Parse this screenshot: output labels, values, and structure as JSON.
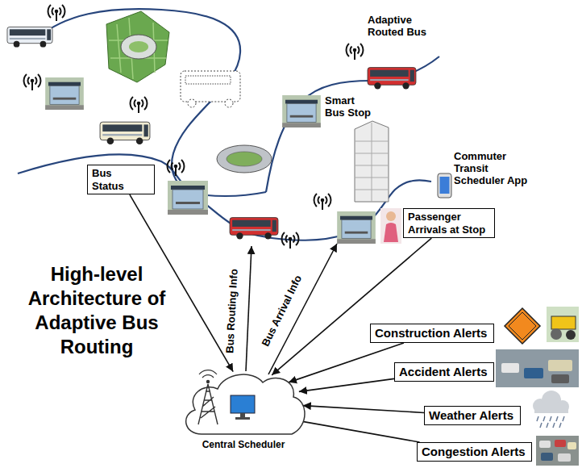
{
  "diagram": {
    "title": "High-level Architecture of Adaptive Bus Routing",
    "nodes": [
      {
        "text": [
          "Bus Status"
        ]
      },
      {
        "text": [
          "Passenger Arrivals at Stop"
        ]
      },
      {
        "text": [
          "Construction Alerts"
        ]
      },
      {
        "text": [
          "Accident Alerts"
        ]
      },
      {
        "text": [
          "Weather Alerts"
        ]
      },
      {
        "text": [
          "Congestion Alerts"
        ]
      },
      {
        "text": [
          "Central Scheduler"
        ]
      }
    ],
    "edges": [
      {
        "from": 0,
        "to": 6,
        "arrow": "to"
      },
      {
        "from": 1,
        "to": 6,
        "arrow": "to"
      },
      {
        "from": 2,
        "to": 6,
        "arrow": "to"
      },
      {
        "from": 3,
        "to": 6,
        "arrow": "to"
      },
      {
        "from": 4,
        "to": 6,
        "arrow": "to"
      },
      {
        "from": 5,
        "to": 6,
        "arrow": "to"
      }
    ],
    "labels": [
      "Adaptive Routed Bus",
      "Smart Bus Stop",
      "Commuter Transit Scheduler App",
      "Bus Routing Info",
      "Bus Arrival Info"
    ]
  }
}
